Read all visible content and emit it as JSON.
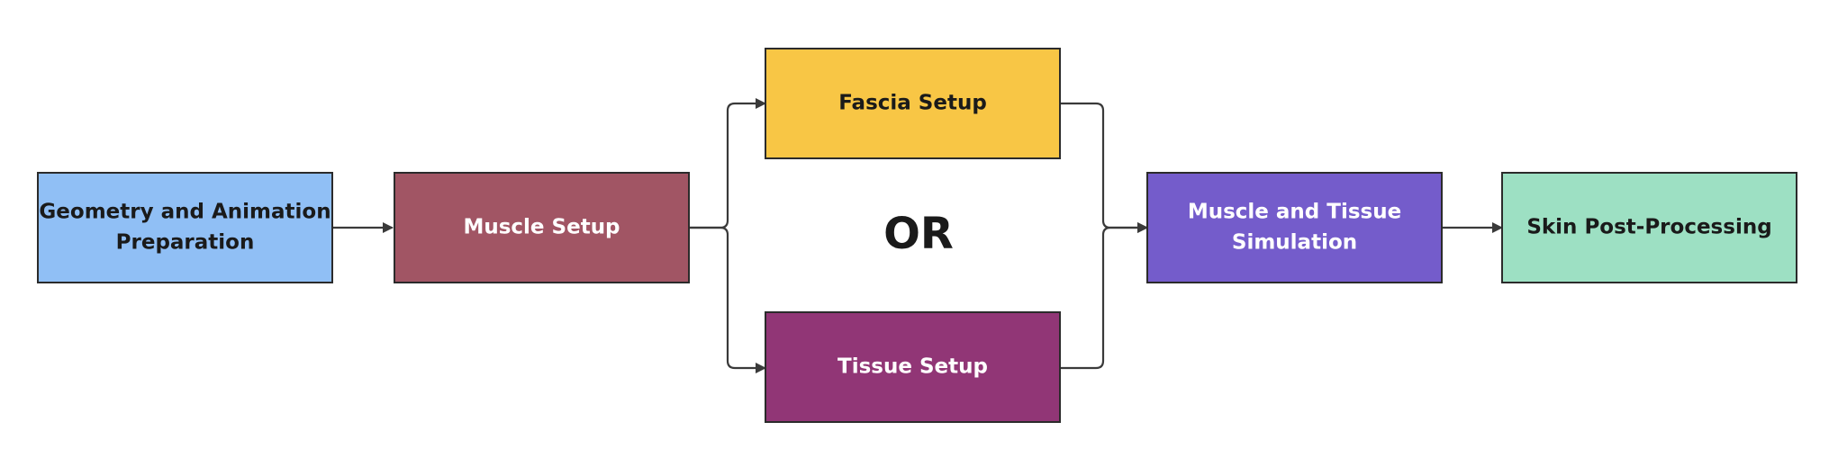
{
  "nodes": {
    "geometry": {
      "lines": [
        "Geometry and Animation",
        "Preparation"
      ],
      "fill": "#90bff5",
      "text_color": "#1a1a1a"
    },
    "muscle_setup": {
      "lines": [
        "Muscle Setup"
      ],
      "fill": "#a15564",
      "text_color": "#ffffff"
    },
    "fascia_setup": {
      "lines": [
        "Fascia Setup"
      ],
      "fill": "#f8c645",
      "text_color": "#1a1a1a"
    },
    "tissue_setup": {
      "lines": [
        "Tissue Setup"
      ],
      "fill": "#913676",
      "text_color": "#ffffff"
    },
    "simulation": {
      "lines": [
        "Muscle and Tissue",
        "Simulation"
      ],
      "fill": "#745ccb",
      "text_color": "#ffffff"
    },
    "skin": {
      "lines": [
        "Skin Post-Processing"
      ],
      "fill": "#9de0c3",
      "text_color": "#1a1a1a"
    }
  },
  "or_label": "OR",
  "connector_color": "#3a3a3a"
}
